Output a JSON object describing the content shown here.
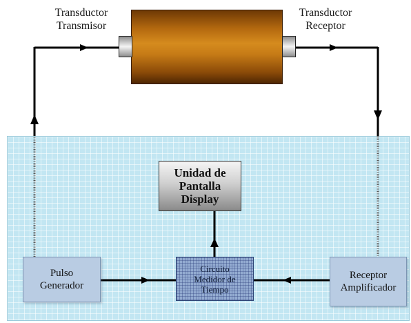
{
  "labels": {
    "transmitter_transducer": "Transductor\nTransmisor",
    "receiver_transducer": "Transductor\nReceptor"
  },
  "blocks": {
    "display": "Unidad de\nPantalla\nDisplay",
    "pulse_generator": "Pulso\nGenerador",
    "timing_circuit": "Circuito\nMedidor de\nTiempo",
    "receiver_amplifier": "Receptor\nAmplificador"
  },
  "colors": {
    "panel": "#c2e6f2",
    "pipe": "#b4690f",
    "block_fill": "#b9cce3",
    "line": "#000000"
  }
}
